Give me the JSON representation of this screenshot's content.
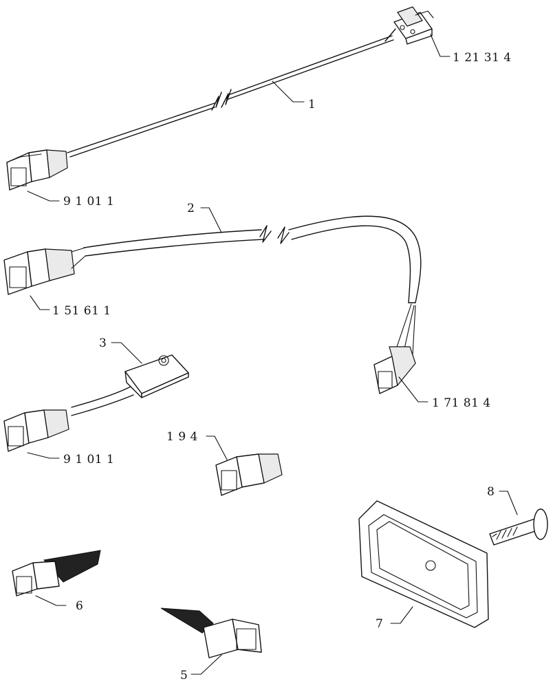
{
  "diagram": {
    "callouts": {
      "item_1": "1",
      "item_2": "2",
      "item_3": "3",
      "item_5": "5",
      "item_6": "6",
      "item_7": "7",
      "item_8": "8",
      "ref_121314": "1 21 31 4",
      "ref_91011_top": "9 1 01 1",
      "ref_151611": "1 51 61 1",
      "ref_171814": "1 71 81 4",
      "ref_91011_mid": "9 1 01 1",
      "ref_194": "1 9 4"
    }
  }
}
